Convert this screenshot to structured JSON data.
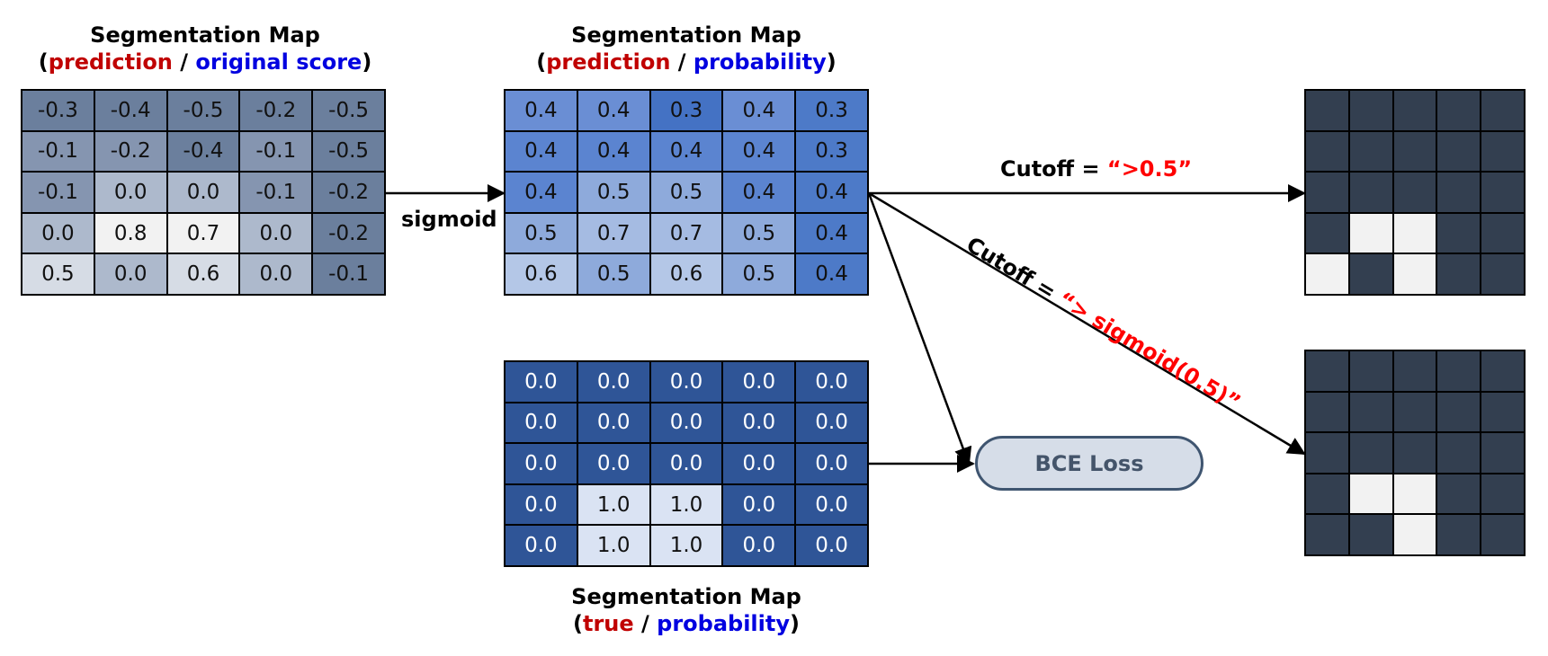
{
  "titles": {
    "score_map": {
      "heading": "Segmentation Map",
      "open": "(",
      "red": "prediction",
      "sep": " / ",
      "blue": "original score",
      "close": ")"
    },
    "prob_map": {
      "heading": "Segmentation Map",
      "open": "(",
      "red": "prediction",
      "sep": " / ",
      "blue": "probability",
      "close": ")"
    },
    "true_map": {
      "heading": "Segmentation Map",
      "open": "(",
      "red": "true",
      "sep": " / ",
      "blue": "probability",
      "close": ")"
    }
  },
  "labels": {
    "sigmoid": "sigmoid",
    "cutoff1_prefix": "Cutoff = ",
    "cutoff1_value": "“>0.5”",
    "cutoff2_prefix": "Cutoff = ",
    "cutoff2_value": "“> sigmoid(0.5)”",
    "bce": "BCE Loss"
  },
  "grids": {
    "score": [
      [
        "-0.3",
        "-0.4",
        "-0.5",
        "-0.2",
        "-0.5"
      ],
      [
        "-0.1",
        "-0.2",
        "-0.4",
        "-0.1",
        "-0.5"
      ],
      [
        "-0.1",
        "0.0",
        "0.0",
        "-0.1",
        "-0.2"
      ],
      [
        "0.0",
        "0.8",
        "0.7",
        "0.0",
        "-0.2"
      ],
      [
        "0.5",
        "0.0",
        "0.6",
        "0.0",
        "-0.1"
      ]
    ],
    "prob": [
      [
        "0.4",
        "0.4",
        "0.3",
        "0.4",
        "0.3"
      ],
      [
        "0.4",
        "0.4",
        "0.4",
        "0.4",
        "0.3"
      ],
      [
        "0.4",
        "0.5",
        "0.5",
        "0.4",
        "0.4"
      ],
      [
        "0.5",
        "0.7",
        "0.7",
        "0.5",
        "0.4"
      ],
      [
        "0.6",
        "0.5",
        "0.6",
        "0.5",
        "0.4"
      ]
    ],
    "truth": [
      [
        "0.0",
        "0.0",
        "0.0",
        "0.0",
        "0.0"
      ],
      [
        "0.0",
        "0.0",
        "0.0",
        "0.0",
        "0.0"
      ],
      [
        "0.0",
        "0.0",
        "0.0",
        "0.0",
        "0.0"
      ],
      [
        "0.0",
        "1.0",
        "1.0",
        "0.0",
        "0.0"
      ],
      [
        "0.0",
        "1.0",
        "1.0",
        "0.0",
        "0.0"
      ]
    ],
    "mask1": [
      [
        0,
        0,
        0,
        0,
        0
      ],
      [
        0,
        0,
        0,
        0,
        0
      ],
      [
        0,
        0,
        0,
        0,
        0
      ],
      [
        0,
        1,
        1,
        0,
        0
      ],
      [
        1,
        0,
        1,
        0,
        0
      ]
    ],
    "mask2": [
      [
        0,
        0,
        0,
        0,
        0
      ],
      [
        0,
        0,
        0,
        0,
        0
      ],
      [
        0,
        0,
        0,
        0,
        0
      ],
      [
        0,
        1,
        1,
        0,
        0
      ],
      [
        0,
        0,
        1,
        0,
        0
      ]
    ]
  },
  "colors": {
    "score": [
      [
        "#6b7f9d",
        "#6b7f9d",
        "#6b7f9d",
        "#6b7f9d",
        "#6b7f9d"
      ],
      [
        "#8595b0",
        "#8595b0",
        "#6b7f9d",
        "#8595b0",
        "#6b7f9d"
      ],
      [
        "#8595b0",
        "#adb9cc",
        "#adb9cc",
        "#8595b0",
        "#6b7f9d"
      ],
      [
        "#adb9cc",
        "#f2f2f2",
        "#f2f2f2",
        "#adb9cc",
        "#6b7f9d"
      ],
      [
        "#d6dce5",
        "#adb9cc",
        "#d6dce5",
        "#adb9cc",
        "#6b7f9d"
      ]
    ],
    "prob": [
      [
        "#6a8ed4",
        "#6a8ed4",
        "#4472c4",
        "#6a8ed4",
        "#4d7ac8"
      ],
      [
        "#5b84d0",
        "#5b84d0",
        "#5b84d0",
        "#5b84d0",
        "#4d7ac8"
      ],
      [
        "#5b84d0",
        "#8eaadb",
        "#8eaadb",
        "#5b84d0",
        "#4d7ac8"
      ],
      [
        "#8eaadb",
        "#a5bbe2",
        "#a5bbe2",
        "#8eaadb",
        "#4d7ac8"
      ],
      [
        "#b4c7e7",
        "#8eaadb",
        "#b4c7e7",
        "#8eaadb",
        "#4d7ac8"
      ]
    ],
    "truth_zero": "#2f5597",
    "truth_one": "#dae3f3",
    "mask_zero": "#333f50",
    "mask_one": "#f2f2f2"
  }
}
